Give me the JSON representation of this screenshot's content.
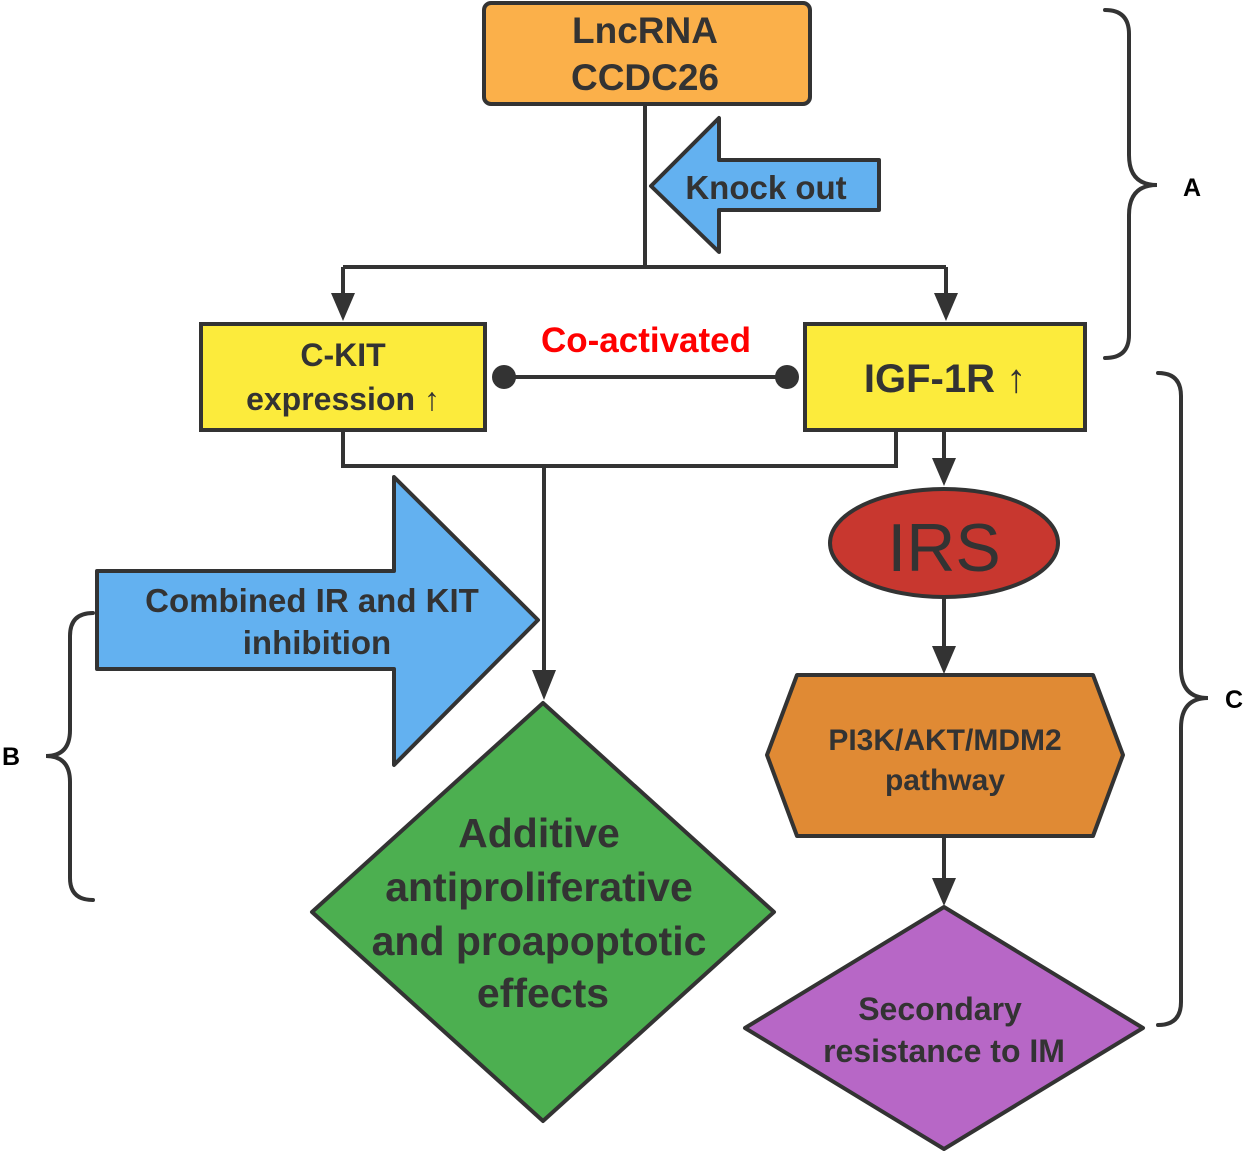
{
  "nodes": {
    "lncrna": {
      "line1": "LncRNA",
      "line2": "CCDC26",
      "color": "#FBB04A"
    },
    "knockout": {
      "label": "Knock out",
      "color": "#63B1F0"
    },
    "ckit": {
      "line1": "C-KIT",
      "line2": "expression ↑",
      "color": "#FCEB3C"
    },
    "coactivated": {
      "label": "Co-activated",
      "color": "#FF0000"
    },
    "igf1r": {
      "label": "IGF-1R ↑",
      "color": "#FCEB3C"
    },
    "irs": {
      "label": "IRS",
      "color": "#C8372F"
    },
    "combined": {
      "line1": "Combined IR and KIT",
      "line2": "inhibition",
      "color": "#63B1F0"
    },
    "pathway": {
      "line1": "PI3K/AKT/MDM2",
      "line2": "pathway",
      "color": "#E08A34"
    },
    "additive": {
      "line1": "Additive",
      "line2": "antiproliferative",
      "line3": "and proapoptotic",
      "line4": "effects",
      "color": "#4CAF50"
    },
    "secondary": {
      "line1": "Secondary",
      "line2": "resistance to IM",
      "color": "#B767C6"
    }
  },
  "brackets": {
    "a": "A",
    "b": "B",
    "c": "C"
  }
}
